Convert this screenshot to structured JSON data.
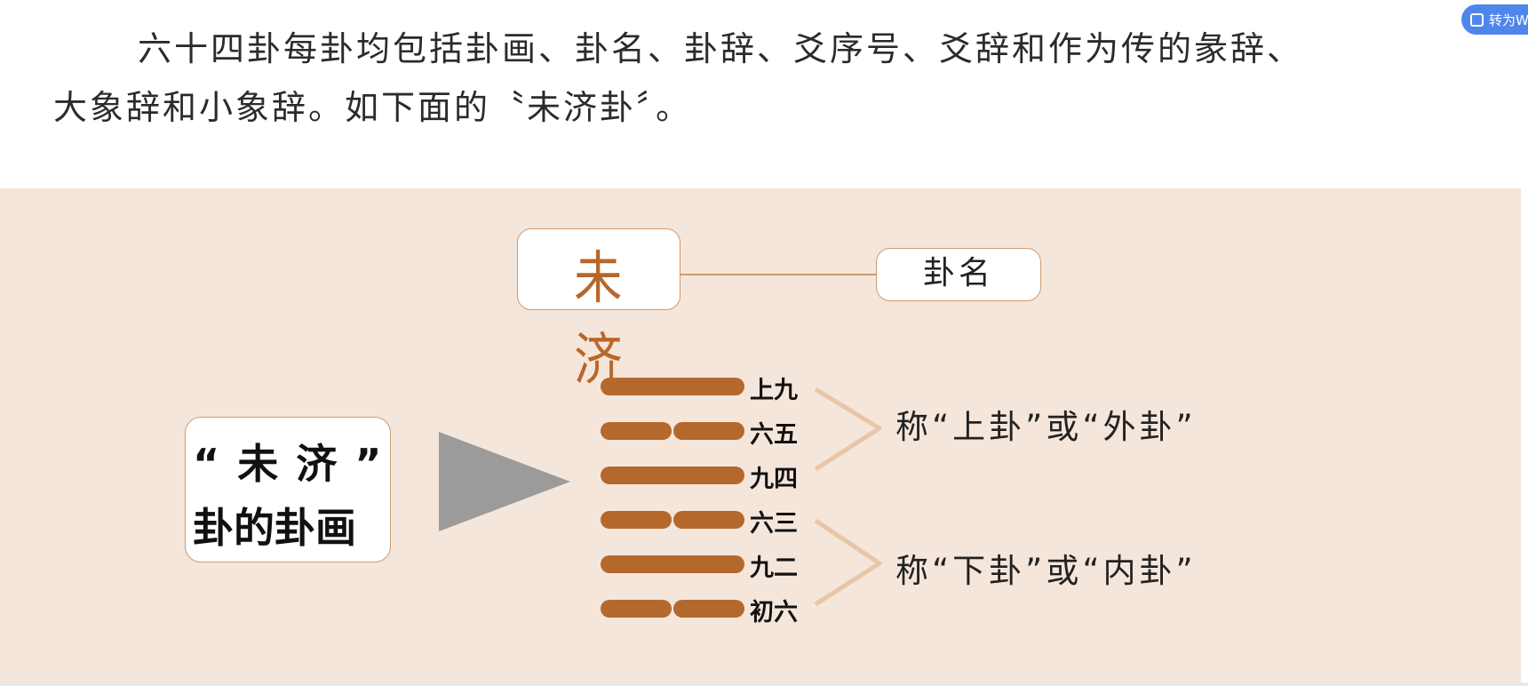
{
  "paragraph": {
    "line1": "六十四卦每卦均包括卦画、卦名、卦辞、爻序号、爻辞和作为传的彖辞、",
    "line2": "大象辞和小象辞。如下面的〝未济卦〞。"
  },
  "toolbar": {
    "convert_label": "转为W"
  },
  "figure": {
    "hexagram_name_seal": "未 济",
    "name_label": "卦名",
    "title_line1": "“ 未 济 ”",
    "title_line2": "卦的卦画",
    "lines": [
      {
        "label": "上九",
        "type": "yang"
      },
      {
        "label": "六五",
        "type": "yin"
      },
      {
        "label": "九四",
        "type": "yang"
      },
      {
        "label": "六三",
        "type": "yin"
      },
      {
        "label": "九二",
        "type": "yang"
      },
      {
        "label": "初六",
        "type": "yin"
      }
    ],
    "upper_trigram_text": "称“上卦”或“外卦”",
    "lower_trigram_text": "称“下卦”或“内卦”",
    "colors": {
      "background": "#f5e6db",
      "line_color": "#b5682c",
      "border": "#d09a6c",
      "brace": "#e8c6a6",
      "arrow": "#9b9b9b"
    }
  }
}
